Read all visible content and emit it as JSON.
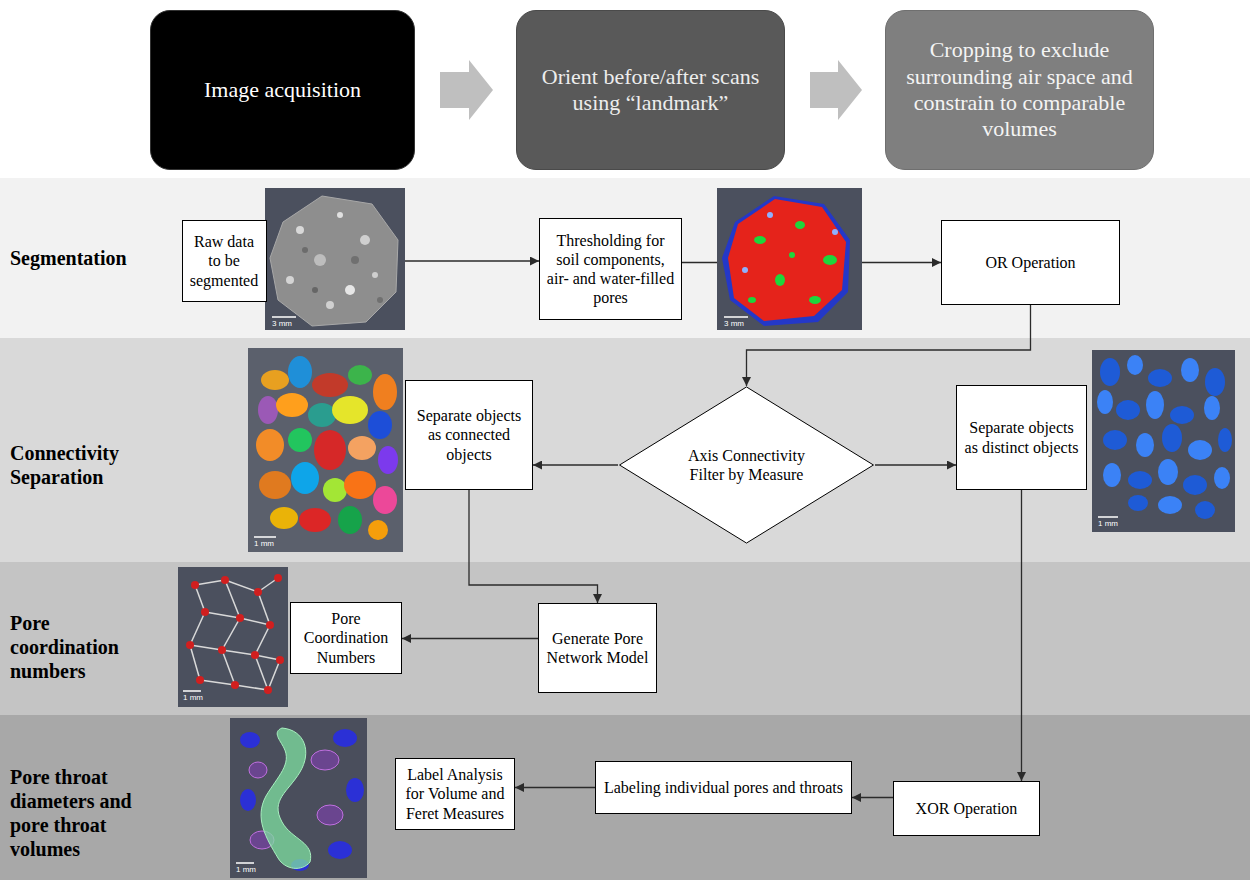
{
  "diagram": {
    "nodes": [
      {
        "text": [
          "Image acquisition"
        ]
      },
      {
        "text": [
          "Orient before/after scans using “landmark”"
        ]
      },
      {
        "text": [
          "Cropping to exclude surrounding air space and constrain to comparable volumes"
        ]
      },
      {
        "text": [
          "Segmentation"
        ]
      },
      {
        "text": [
          "Raw data to be segmented"
        ],
        "in": 3
      },
      {
        "text": [
          "Thresholding for soil components, air- and water-filled pores"
        ],
        "in": 3
      },
      {
        "text": [
          "OR Operation"
        ],
        "in": 3
      },
      {
        "text": [
          "Connectivity Separation"
        ]
      },
      {
        "text": [
          "Separate objects as connected objects"
        ],
        "in": 7
      },
      {
        "text": [
          "Axis Connectivity Filter by Measure"
        ],
        "in": 7
      },
      {
        "text": [
          "Separate objects as distinct objects"
        ],
        "in": 7
      },
      {
        "text": [
          "Pore coordination numbers"
        ]
      },
      {
        "text": [
          "Pore Coordination Numbers"
        ],
        "in": 11
      },
      {
        "text": [
          "Generate Pore Network Model"
        ],
        "in": 11
      },
      {
        "text": [
          "Pore throat diameters and pore throat volumes"
        ]
      },
      {
        "text": [
          "Label Analysis for Volume and Feret Measures"
        ],
        "in": 14
      },
      {
        "text": [
          "Labeling individual pores and throats"
        ],
        "in": 14
      },
      {
        "text": [
          "XOR Operation"
        ],
        "in": 14
      }
    ],
    "edges": [
      {
        "from": 0,
        "to": 1,
        "arrow": "to"
      },
      {
        "from": 1,
        "to": 2,
        "arrow": "to"
      },
      {
        "from": 4,
        "to": 5,
        "arrow": "to"
      },
      {
        "from": 5,
        "to": 6,
        "arrow": "to"
      },
      {
        "from": 6,
        "to": 9,
        "arrow": "to"
      },
      {
        "from": 9,
        "to": 8,
        "arrow": "to"
      },
      {
        "from": 9,
        "to": 10,
        "arrow": "to"
      },
      {
        "from": 8,
        "to": 13,
        "arrow": "to"
      },
      {
        "from": 13,
        "to": 12,
        "arrow": "to"
      },
      {
        "from": 10,
        "to": 17,
        "arrow": "to"
      },
      {
        "from": 17,
        "to": 16,
        "arrow": "to"
      },
      {
        "from": 16,
        "to": 15,
        "arrow": "to"
      }
    ],
    "labels": [
      "3 mm",
      "3 mm",
      "1 mm",
      "1 mm",
      "1 mm",
      "1 mm"
    ]
  }
}
